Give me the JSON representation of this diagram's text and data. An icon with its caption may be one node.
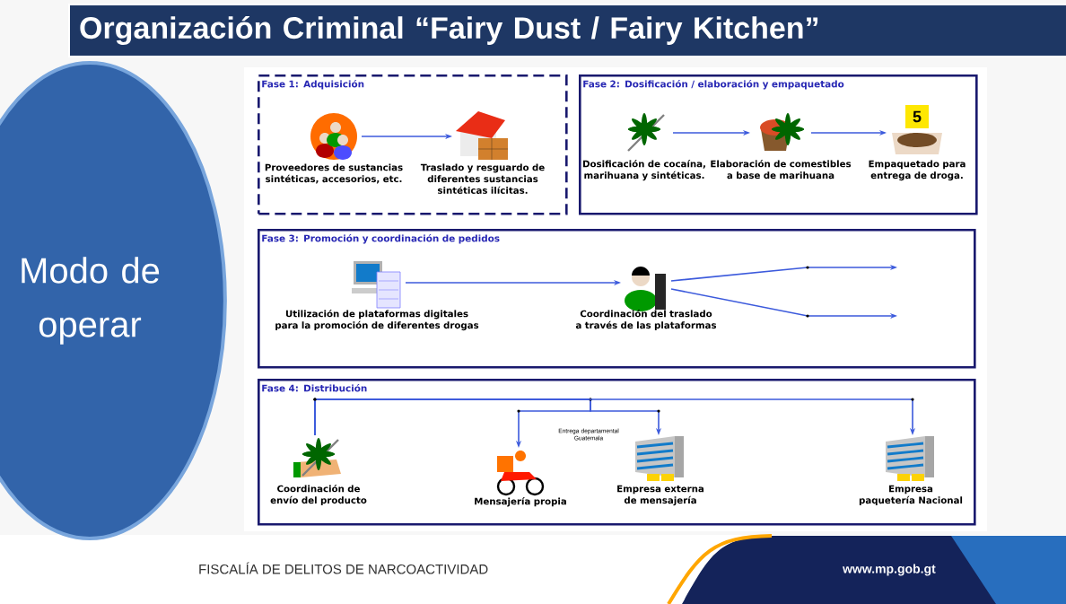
{
  "diagram": {
    "title": "Organización Criminal “Fairy Dust / Fairy Kitchen”",
    "nodes": [
      {
        "text": [
          "Modo de operar"
        ]
      },
      {
        "text": [
          "Fase 1: Adquisición"
        ]
      },
      {
        "text": [
          "Proveedores de sustancias sintéticas, accesorios, etc."
        ],
        "in": 1
      },
      {
        "text": [
          "Traslado y resguardo de diferentes sustancias sintéticas ilícitas."
        ],
        "in": 1
      },
      {
        "text": [
          "Fase 2: Dosificación / elaboración y empaquetado"
        ]
      },
      {
        "text": [
          "Dosificación de cocaína, marihuana y sintéticas."
        ],
        "in": 4
      },
      {
        "text": [
          "Elaboración de comestibles a base de marihuana"
        ],
        "in": 4
      },
      {
        "text": [
          "Empaquetado para entrega de droga."
        ],
        "in": 4
      },
      {
        "text": [
          "Fase 3: Promoción y coordinación de pedidos"
        ]
      },
      {
        "text": [
          "Utilización de plataformas digitales para la promoción de diferentes drogas"
        ],
        "in": 8
      },
      {
        "text": [
          "Coordinación del traslado a través de las plataformas"
        ],
        "in": 8
      },
      {
        "text": [
          "Fase 4: Distribución"
        ]
      },
      {
        "text": [
          "Coordinación de envío del producto"
        ],
        "in": 11
      },
      {
        "text": [
          "Mensajería propia"
        ],
        "in": 11
      },
      {
        "text": [
          "Empresa externa de mensajería"
        ],
        "in": 11
      },
      {
        "text": [
          "Empresa paquetería Nacional"
        ],
        "in": 11
      }
    ],
    "edges": [
      {
        "from": 2,
        "to": 3,
        "arrow": "to"
      },
      {
        "from": 5,
        "to": 6,
        "arrow": "to"
      },
      {
        "from": 6,
        "to": 7,
        "arrow": "to"
      },
      {
        "from": 9,
        "to": 10,
        "arrow": "to"
      },
      {
        "from": 10,
        "to": null,
        "arrow": "to"
      },
      {
        "from": 10,
        "to": null,
        "arrow": "to"
      },
      {
        "from": 12,
        "to": 13,
        "arrow": "to"
      },
      {
        "from": 12,
        "to": 14,
        "arrow": "to"
      },
      {
        "from": 12,
        "to": 15,
        "arrow": "to"
      }
    ],
    "labels": [
      "5",
      "Entrega departamental Guatemala",
      "FISCALÍA DE DELITOS DE NARCOACTIVIDAD",
      "www.mp.gob.gt"
    ]
  }
}
